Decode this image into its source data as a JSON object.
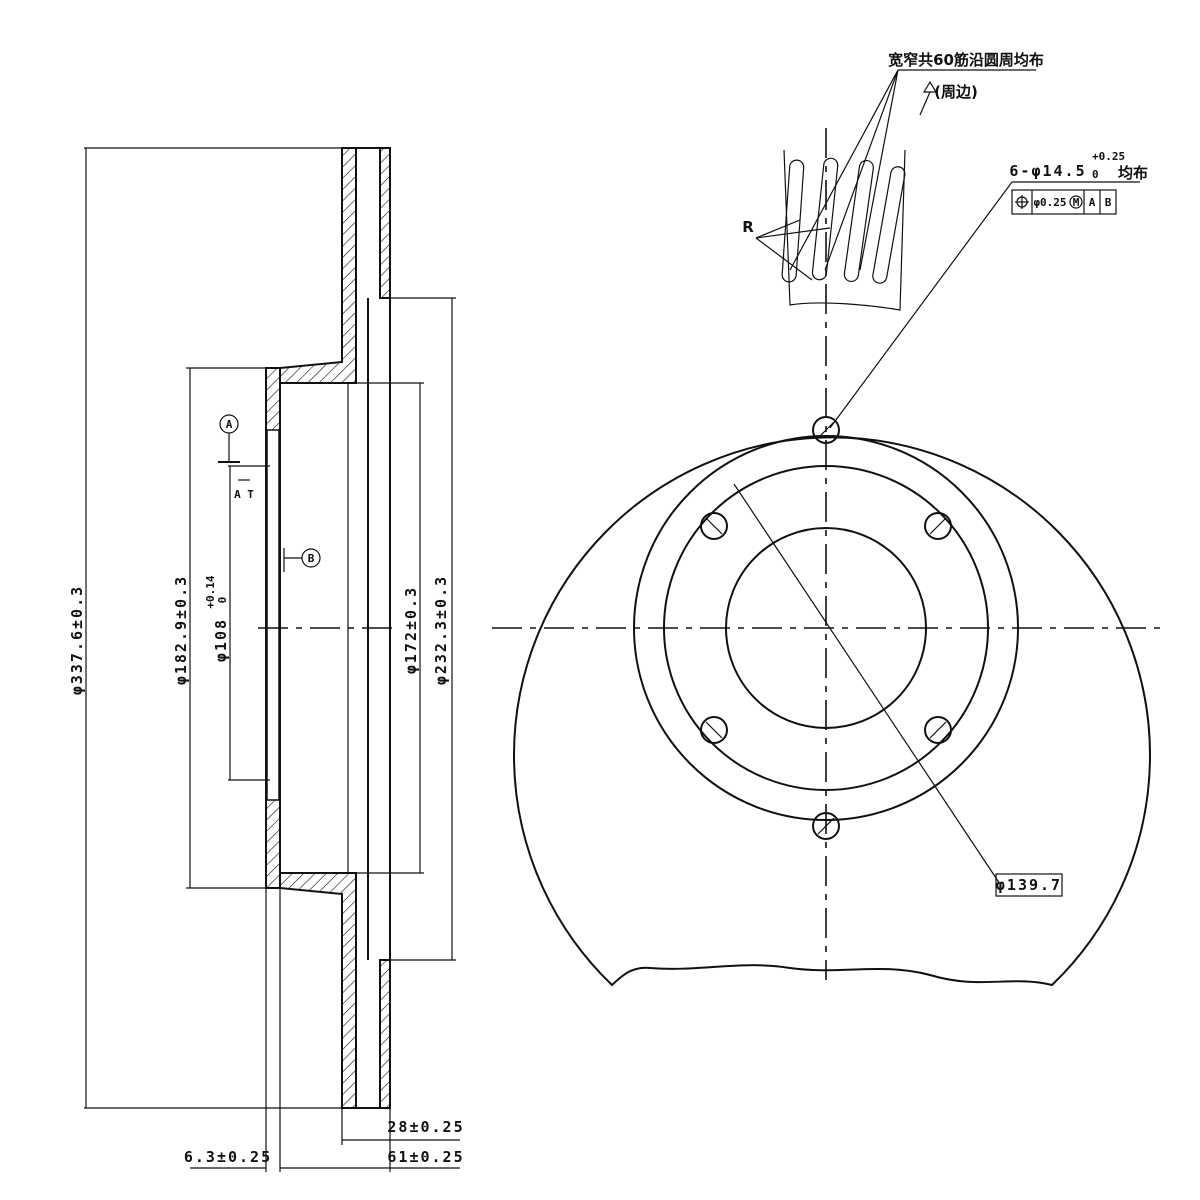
{
  "side_view": {
    "outer_dia": "φ337.6±0.3",
    "hub_dia": "φ182.9±0.3",
    "bore_dia": "φ108",
    "bore_tol": "+0.14",
    "bore_tol_low": "0",
    "dia_172": "φ172±0.3",
    "dia_232": "φ232.3±0.3",
    "datum_a": "A",
    "datum_b": "B",
    "datum_a_small": "A T",
    "thickness": "28±0.25",
    "offset": "61±0.25",
    "hat_thickness": "6.3±0.25"
  },
  "front_view": {
    "vane_note_line1": "宽窄共60筋沿圆周均布",
    "vane_note_line2": "(周边)",
    "radius_label": "R",
    "hole_callout": "6-φ14.5",
    "hole_tol_up": "+0.25",
    "hole_tol_low": "0",
    "hole_suffix": "均布",
    "fcf_tol": "φ0.25",
    "fcf_mod": "M",
    "fcf_datum_a": "A",
    "fcf_datum_b": "B",
    "pcd": "φ139.7"
  }
}
